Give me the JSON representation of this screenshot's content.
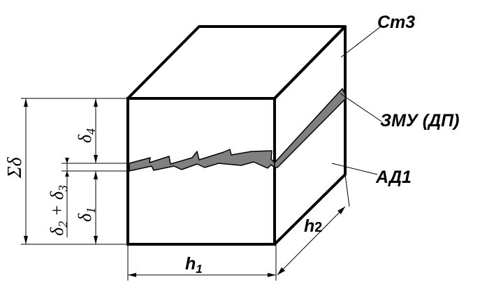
{
  "labels": {
    "top_material": "Ст3",
    "middle_layer": "ЗМУ (ДП)",
    "bottom_material": "АД1",
    "width": "h",
    "width_sub": "1",
    "depth": "h",
    "depth_sub": "2",
    "total_thickness": "Σδ",
    "delta4": "δ",
    "delta4_sub": "4",
    "delta1": "δ",
    "delta1_sub": "1",
    "delta23": "δ",
    "delta23_sub_a": "2",
    "delta23_plus": " + δ",
    "delta23_sub_b": "3"
  },
  "colors": {
    "stroke": "#000000",
    "layer_fill": "#808080",
    "background": "#ffffff"
  }
}
